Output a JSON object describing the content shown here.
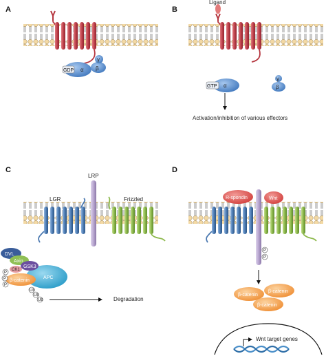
{
  "panels": {
    "a": {
      "letter": "A",
      "gdp": "GDP",
      "alpha": "α",
      "beta": "β",
      "gamma": "γ"
    },
    "b": {
      "letter": "B",
      "ligand": "Ligand",
      "gtp": "GTP",
      "alpha": "α",
      "beta": "β",
      "gamma": "γ",
      "effect": "Activation/inhibition of various effectors"
    },
    "c": {
      "letter": "C",
      "lgr": "LGR",
      "lrp": "LRP",
      "frizzled": "Frizzled",
      "dvl": "DVL",
      "axin": "Axin",
      "ck1": "CK1",
      "gsk3": "GSK3",
      "apc": "APC",
      "beta_catenin": "β-catenin",
      "p": "P",
      "ub": "Ub",
      "degradation": "Degradation"
    },
    "d": {
      "letter": "D",
      "rspondin": "R-spondin",
      "wnt": "Wnt",
      "p": "P",
      "beta_catenin": "β-catenin",
      "target_genes": "Wnt target genes"
    }
  },
  "colors": {
    "gpcr_red": "#b5363f",
    "lgr_blue": "#4a78b0",
    "frizzled_green": "#8cb84a",
    "lrp_purple": "#b8a6d0",
    "g_alpha_blue": "#5d92d2",
    "ligand_pink": "#e27a7a",
    "catenin_orange": "#f5a65a",
    "apc_cyan": "#42aed8",
    "dvl_navy": "#3a5d9a",
    "axin_green": "#8fbf55",
    "gsk3_purple": "#6c4fa0",
    "ck1_pink": "#e39aa0",
    "membrane_head": "#f3d9a4"
  }
}
